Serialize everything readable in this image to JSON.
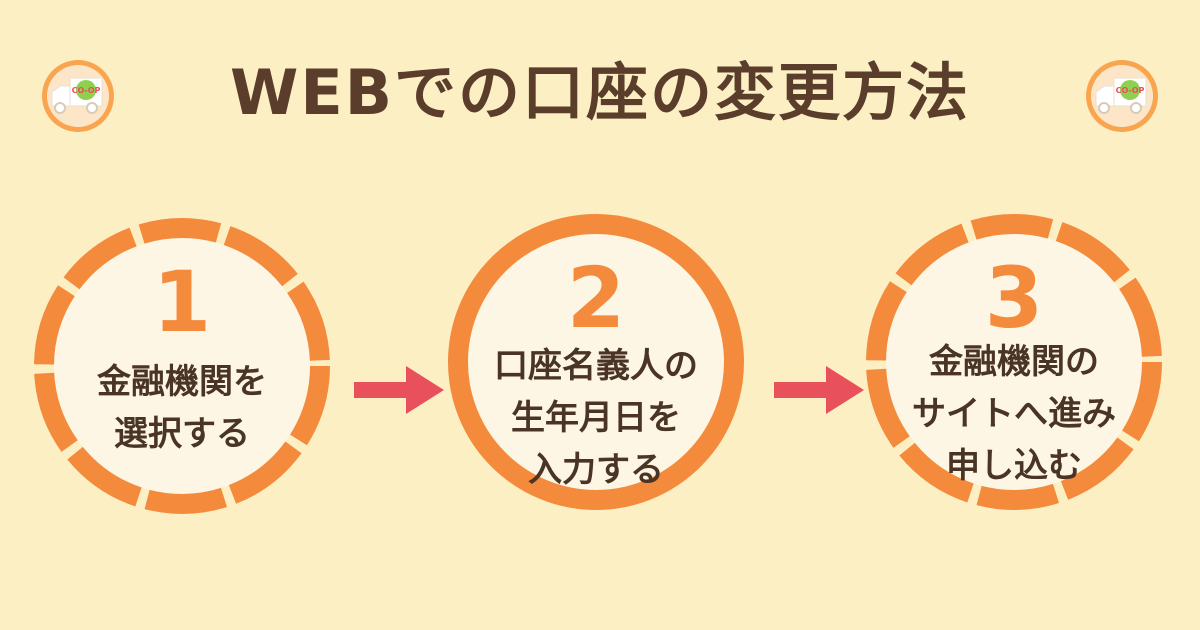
{
  "header": {
    "title": "WEBでの口座の変更方法",
    "badge_text": "CO-OP",
    "badge_icon": "delivery-truck-icon"
  },
  "steps": [
    {
      "number": "1",
      "lines": [
        "金融機関を",
        "選択する"
      ]
    },
    {
      "number": "2",
      "lines": [
        "口座名義人の",
        "生年月日を",
        "入力する"
      ]
    },
    {
      "number": "3",
      "lines": [
        "金融機関の",
        "サイトへ進み",
        "申し込む"
      ]
    }
  ],
  "colors": {
    "background": "#fdefc4",
    "ring": "#f48a3c",
    "circle_fill": "#fdf6e4",
    "arrow": "#e8505b",
    "title": "#5a3e2b"
  }
}
